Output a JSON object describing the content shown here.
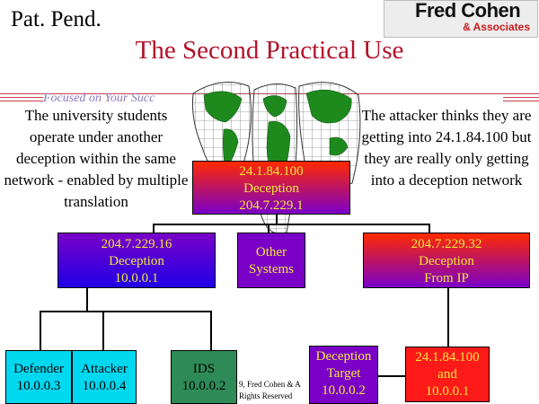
{
  "header": {
    "pat_pend": "Pat. Pend.",
    "logo_main": "Fred Cohen",
    "logo_sub": "& Associates",
    "title": "The Second Practical Use",
    "tagline": "Focused on Your Succ"
  },
  "left_text": "The university students operate under another deception within the same network - enabled by multiple translation",
  "right_text": "The attacker thinks they are getting into 24.1.84.100 but they are really only getting into a deception network",
  "nodes": {
    "top": [
      "24.1.84.100",
      "Deception",
      "204.7.229.1"
    ],
    "left_mid": [
      "204.7.229.16",
      "Deception",
      "10.0.0.1"
    ],
    "other": [
      "Other",
      "Systems"
    ],
    "right_mid": [
      "204.7.229.32",
      "Deception",
      "From IP"
    ],
    "defender": [
      "Defender",
      "10.0.0.3"
    ],
    "attacker": [
      "Attacker",
      "10.0.0.4"
    ],
    "ids": [
      "IDS",
      "10.0.0.2"
    ],
    "target": [
      "Deception",
      "Target",
      "10.0.0.2"
    ],
    "real": [
      "24.1.84.100",
      "and",
      "10.0.0.1"
    ]
  },
  "footer": {
    "line1": "9, Fred Cohen & A",
    "line2": "Rights Reserved"
  },
  "colors": {
    "title": "#b3122a",
    "deception_gradient": [
      "#ff2a00",
      "#7a00c8"
    ],
    "defender": "#00d8f0",
    "ids": "#2e8b57",
    "real": "#ff1a1a",
    "box_text": "#f2ea3a"
  },
  "icons": [
    "world-map-globe-icon"
  ]
}
